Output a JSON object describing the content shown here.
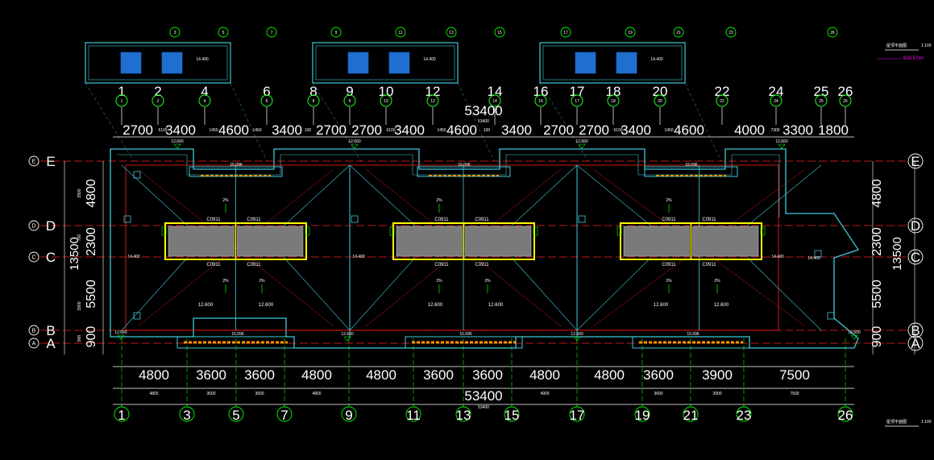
{
  "drawing": {
    "title_top": "屋顶平面图",
    "scale_top": "1:100",
    "area_note": "630.57m²",
    "title_bottom": "屋顶平面图",
    "scale_bottom": "1:100",
    "total_length": "53400",
    "total_length_small": "53400",
    "depth_total": "13500"
  },
  "axes_top": [
    "1",
    "2",
    "4",
    "6",
    "8",
    "9",
    "10",
    "12",
    "14",
    "16",
    "17",
    "18",
    "20",
    "22",
    "24",
    "25",
    "26"
  ],
  "axes_top_small": [
    "1",
    "2",
    "4",
    "6",
    "8",
    "9",
    "10",
    "12",
    "14",
    "16",
    "17",
    "18",
    "20",
    "22",
    "24",
    "25",
    "26"
  ],
  "axes_topmost": [
    "3",
    "5",
    "7",
    "9",
    "11",
    "13",
    "15",
    "17",
    "19",
    "21",
    "23",
    "26"
  ],
  "axes_bottom": [
    "1",
    "3",
    "5",
    "7",
    "9",
    "11",
    "13",
    "15",
    "17",
    "19",
    "21",
    "23",
    "26"
  ],
  "axes_rows": [
    "E",
    "D",
    "C",
    "B",
    "A"
  ],
  "dims_top": [
    "2700",
    "3400",
    "4600",
    "3400",
    "2700",
    "2700",
    "3400",
    "4600",
    "3400",
    "2700",
    "2700",
    "3400",
    "4600",
    "4000",
    "3300",
    "1800"
  ],
  "dims_top_small": [
    "6100",
    "1450",
    "1450",
    "100",
    "6100",
    "1450",
    "100",
    "6100",
    "1450",
    "7300"
  ],
  "dims_bottom": [
    "4800",
    "3600",
    "3600",
    "4800",
    "4800",
    "3600",
    "3600",
    "4800",
    "4800",
    "3600",
    "3900",
    "7500"
  ],
  "dims_bottom_small": [
    "4800",
    "3600",
    "3600",
    "4800",
    "4900",
    "3600",
    "3900",
    "7500"
  ],
  "dims_left": [
    "4800",
    "2300",
    "5500",
    "900"
  ],
  "dims_right": [
    "4800",
    "2300",
    "5500",
    "900"
  ],
  "dims_left_small": [
    "3900",
    "700",
    "3900",
    "900"
  ],
  "elevation_labels": {
    "roof": "12.660",
    "ridge": "15.096",
    "parapet": "14.400",
    "slab": "12.600",
    "mini": "14.400"
  },
  "window_tag": "C0911",
  "slope": "2%",
  "colors": {
    "background": "#000000",
    "axis": "#00ff00",
    "dimension": "#ffffff",
    "wall": "#40c8d8",
    "red": "#ff2020",
    "yellow": "#ffff00",
    "orange": "#ff9900",
    "magenta": "#ff00ff",
    "blue": "#1e6fd0"
  }
}
